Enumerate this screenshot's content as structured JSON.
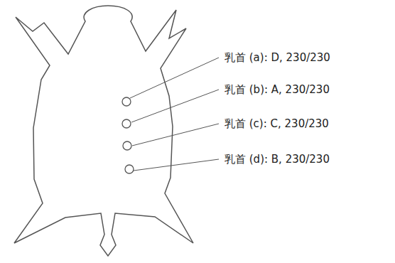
{
  "diagram": {
    "labels": [
      "乳首 (a): D, 230/230",
      "乳首 (b): A, 230/230",
      "乳首 (c): C, 230/230",
      "乳首 (d): B, 230/230"
    ]
  }
}
